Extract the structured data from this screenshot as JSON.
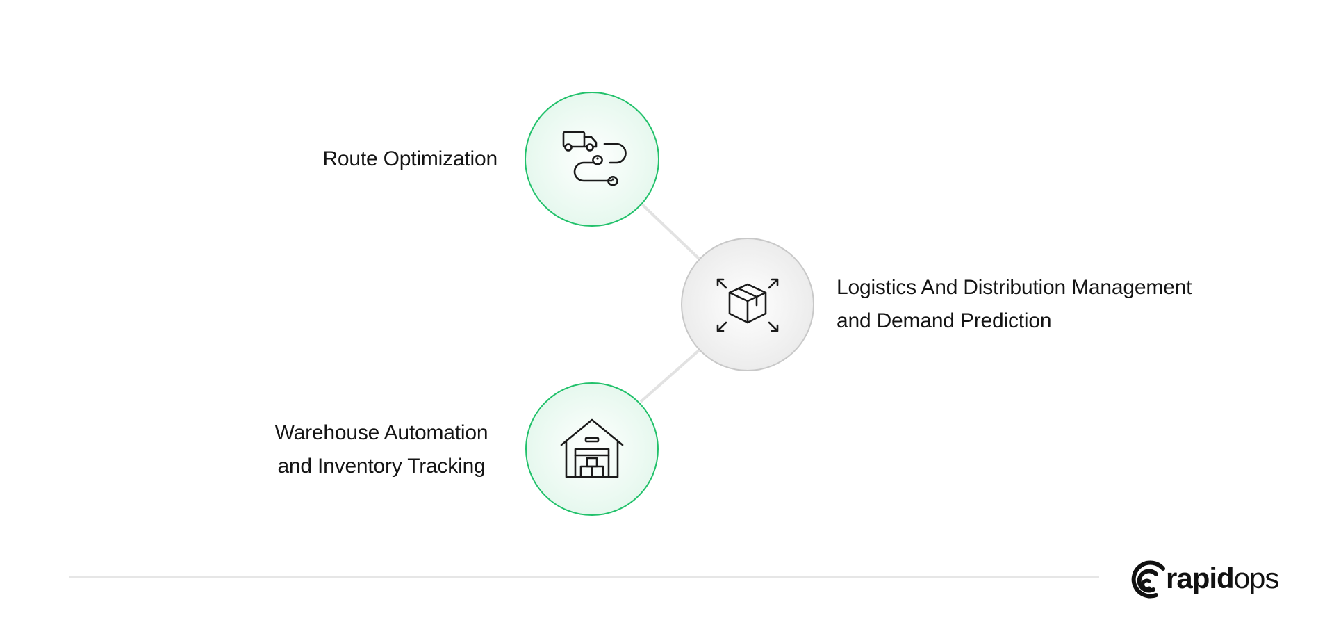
{
  "nodes": [
    {
      "id": "route-optimization",
      "lines": [
        "Route Optimization"
      ],
      "icon": "truck-route-icon",
      "accent": "#22c16b"
    },
    {
      "id": "logistics-distribution",
      "lines": [
        "Logistics And Distribution Management",
        "and Demand Prediction"
      ],
      "icon": "box-expand-icon",
      "accent": "#c8c8c8"
    },
    {
      "id": "warehouse-automation",
      "lines": [
        "Warehouse Automation",
        "and Inventory Tracking"
      ],
      "icon": "warehouse-icon",
      "accent": "#22c16b"
    }
  ],
  "brand": {
    "name_bold": "rapid",
    "name_light": "ops",
    "icon": "rapidops-logo-icon"
  },
  "colors": {
    "green_accent": "#22c16b",
    "green_fill": "#ecfbf2",
    "gray_accent": "#c8c8c8",
    "gray_fill": "#f3f3f3",
    "text": "#141414"
  }
}
